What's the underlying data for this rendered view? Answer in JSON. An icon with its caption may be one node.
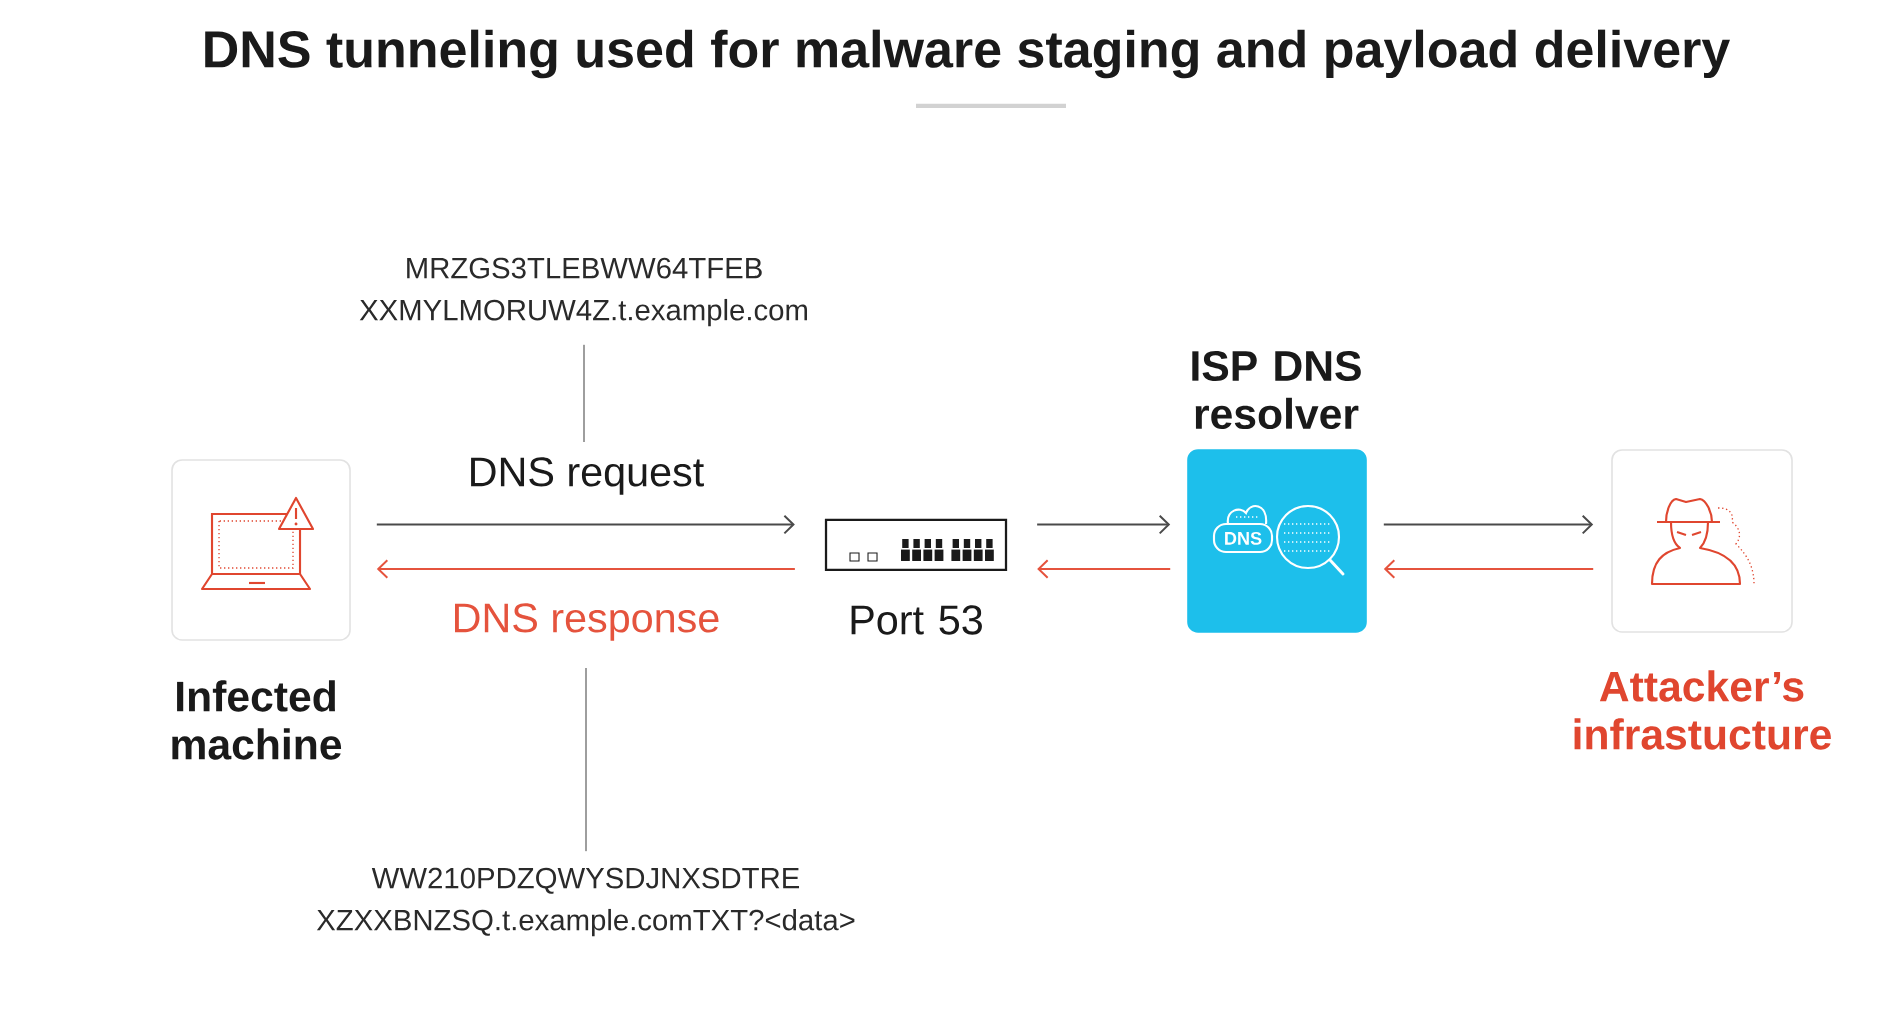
{
  "diagram": {
    "title": "DNS tunneling used for malware staging and payload delivery",
    "nodes": [
      {
        "text": [
          "Infected machine"
        ]
      },
      {
        "text": [
          "Port 53"
        ]
      },
      {
        "text": [
          "ISP DNS resolver"
        ]
      },
      {
        "text": [
          "Attacker’s infrastucture"
        ]
      },
      {
        "text": [
          "MRZGS3TLEBWW64TFEB XXMYLMORUW4Z.t.example.com"
        ]
      },
      {
        "text": [
          "WW210PDZQWYSDJNXSDTRE XZXXBNZSQ.t.example.comTXT?<data>"
        ]
      }
    ],
    "edges": [
      {
        "from": 0,
        "to": 1,
        "arrow": "to",
        "label": "DNS request"
      },
      {
        "from": 1,
        "to": 0,
        "arrow": "to",
        "label": "DNS response",
        "color": "#e5533d"
      },
      {
        "from": 1,
        "to": 2,
        "arrow": "to"
      },
      {
        "from": 2,
        "to": 1,
        "arrow": "to",
        "color": "#e5533d"
      },
      {
        "from": 2,
        "to": 3,
        "arrow": "to"
      },
      {
        "from": 3,
        "to": 2,
        "arrow": "to",
        "color": "#e5533d"
      },
      {
        "from": 4,
        "to": null,
        "arrow": "none",
        "color": "#9e9e9e"
      },
      {
        "from": 5,
        "to": null,
        "arrow": "none",
        "color": "#9e9e9e"
      }
    ],
    "labels": [
      "DNS"
    ]
  }
}
